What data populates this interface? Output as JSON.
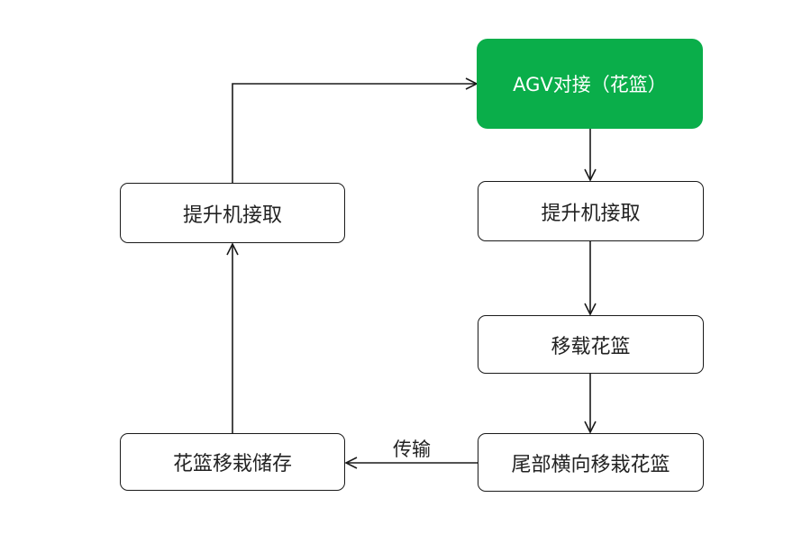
{
  "nodes": {
    "agv": {
      "label": "AGV对接（花篮）"
    },
    "lift_right": {
      "label": "提升机接取"
    },
    "transfer": {
      "label": "移载花篮"
    },
    "tail": {
      "label": "尾部横向移栽花篮"
    },
    "storage": {
      "label": "花篮移栽储存"
    },
    "lift_left": {
      "label": "提升机接取"
    }
  },
  "edges": [
    {
      "from": "agv",
      "to": "lift_right",
      "label": ""
    },
    {
      "from": "lift_right",
      "to": "transfer",
      "label": ""
    },
    {
      "from": "transfer",
      "to": "tail",
      "label": ""
    },
    {
      "from": "tail",
      "to": "storage",
      "label": "传输"
    },
    {
      "from": "storage",
      "to": "lift_left",
      "label": ""
    },
    {
      "from": "lift_left",
      "to": "agv",
      "label": ""
    }
  ],
  "colors": {
    "start_fill": "#0aae4a",
    "line": "#1a1a1a",
    "text": "#222222"
  }
}
